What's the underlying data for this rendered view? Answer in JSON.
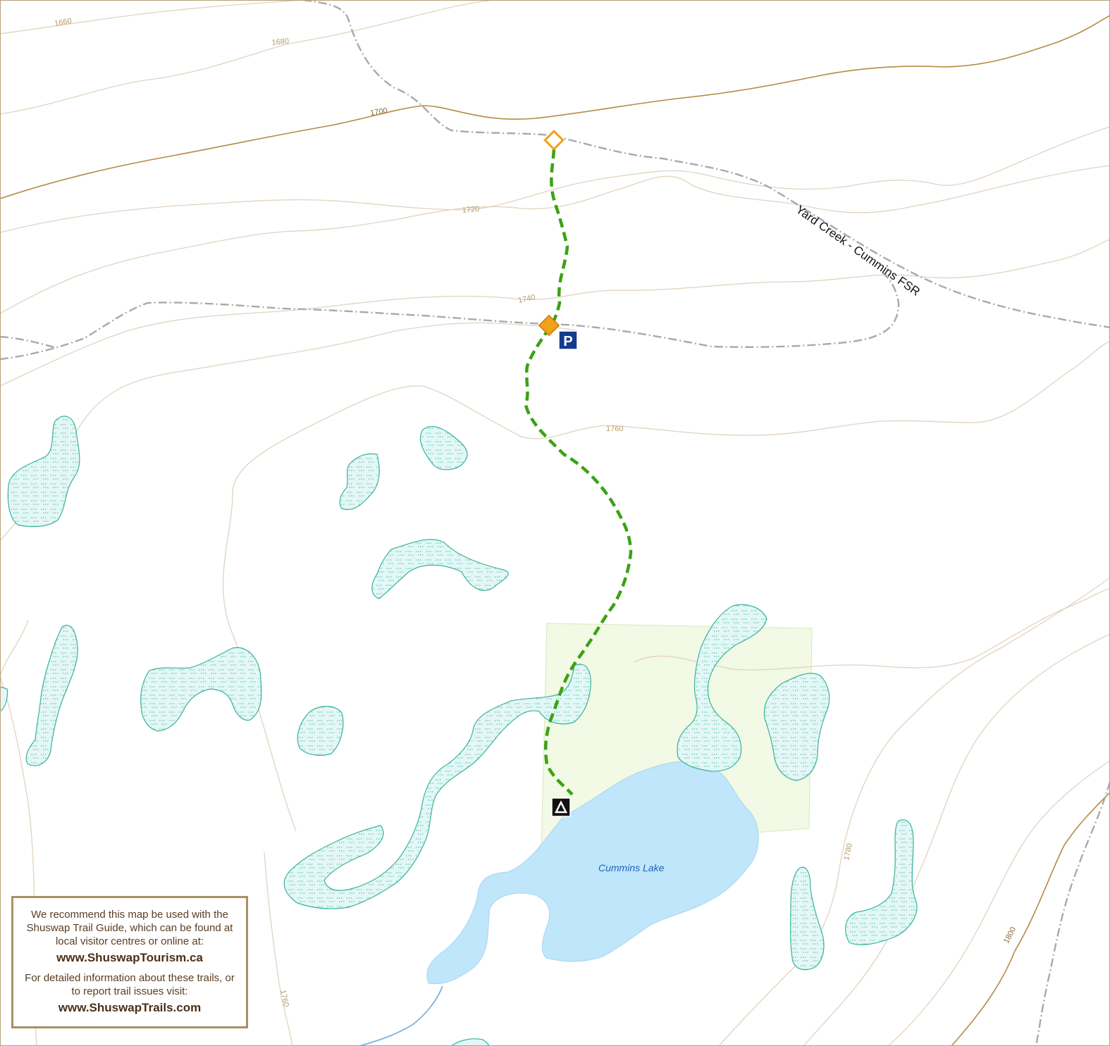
{
  "map": {
    "road_label": "Yard Creek - Cummins FSR",
    "lake_label": "Cummins Lake",
    "contour_labels": [
      "1660",
      "1680",
      "1700",
      "1720",
      "1740",
      "1760",
      "1780",
      "1800",
      "1760"
    ],
    "parking_symbol": "P",
    "icons": {
      "trailhead": "orange-diamond-icon",
      "waypoint": "orange-outline-diamond-icon",
      "parking": "parking-icon",
      "campsite": "campsite-tent-icon",
      "wetland": "marsh-symbol"
    },
    "colors": {
      "trail": "#3aa312",
      "lake": "#bfe6fb",
      "wetland": "#e3f7f6",
      "wetland_edge": "#39b39a",
      "contour_minor": "#e2d3bf",
      "contour_major": "#b48b45",
      "road": "#a9a9a9",
      "park": "#f2f9e4",
      "marker": "#f3a11b",
      "parking_bg": "#143c8c"
    }
  },
  "notice": {
    "line1": "We recommend this map be used with the Shuswap Trail Guide, which can be found at local visitor centres or online at:",
    "url1": "www.ShuswapTourism.ca",
    "line2": "For detailed information about these trails, or to report trail issues visit:",
    "url2": "www.ShuswapTrails.com"
  }
}
